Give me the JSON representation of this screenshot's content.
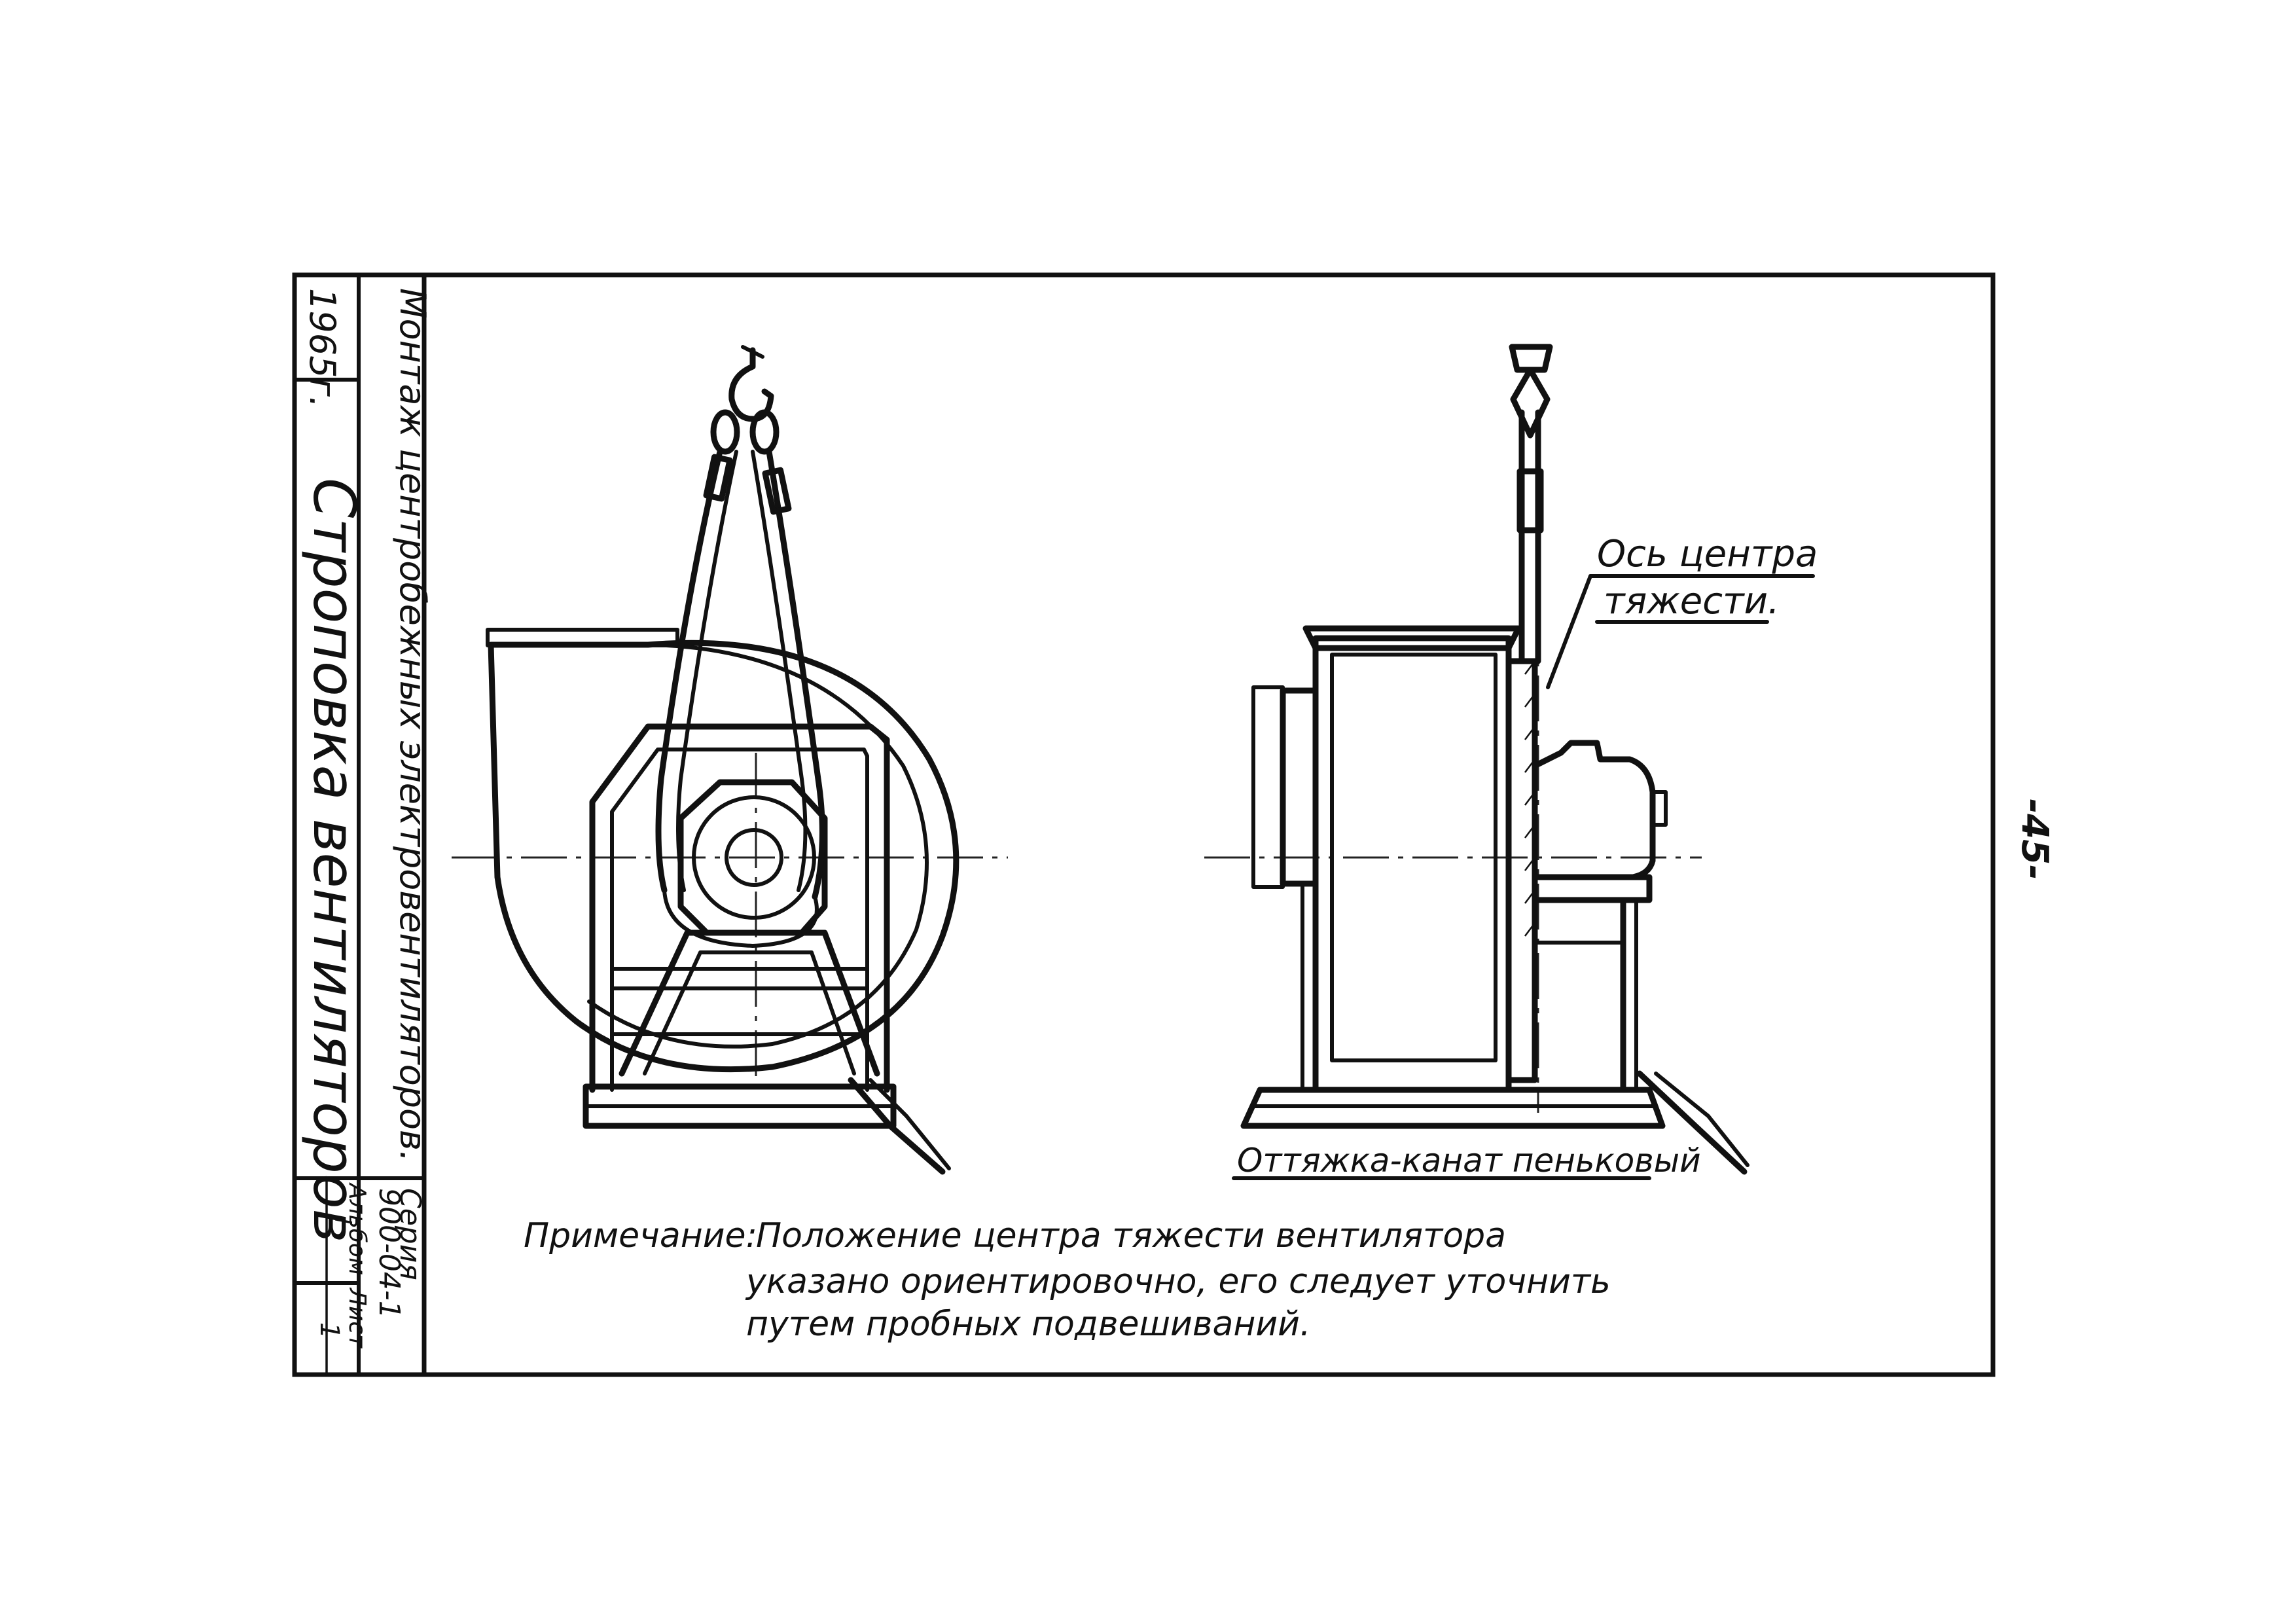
{
  "page_number": "-45-",
  "title_block": {
    "year": "1965г.",
    "series_title": "Монтаж центробежных электровентиляторов.",
    "sheet_title": "Строповка вентиляторов",
    "series_label": "Серия",
    "series_code": "900-04-1",
    "album_label": "Альбом",
    "album_value": "I",
    "sheet_label": "Лист",
    "sheet_value": "1"
  },
  "labels": {
    "gravity_axis_line1": "Ось центра",
    "gravity_axis_line2": "тяжести.",
    "guy_rope": "Оттяжка-канат пеньковый"
  },
  "note": {
    "prefix": "Примечание:",
    "line1": "Положение центра тяжести вентилятора",
    "line2": "указано ориентировочно, его следует уточнить",
    "line3": "путем пробных подвешиваний."
  }
}
